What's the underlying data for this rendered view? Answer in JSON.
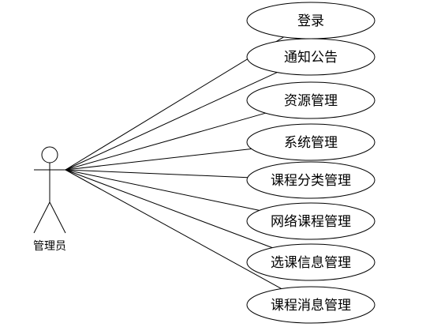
{
  "actor": {
    "name": "管理员"
  },
  "use_cases": [
    {
      "label": "登录"
    },
    {
      "label": "通知公告"
    },
    {
      "label": "资源管理"
    },
    {
      "label": "系统管理"
    },
    {
      "label": "课程分类管理"
    },
    {
      "label": "网络课程管理"
    },
    {
      "label": "选课信息管理"
    },
    {
      "label": "课程消息管理"
    }
  ]
}
